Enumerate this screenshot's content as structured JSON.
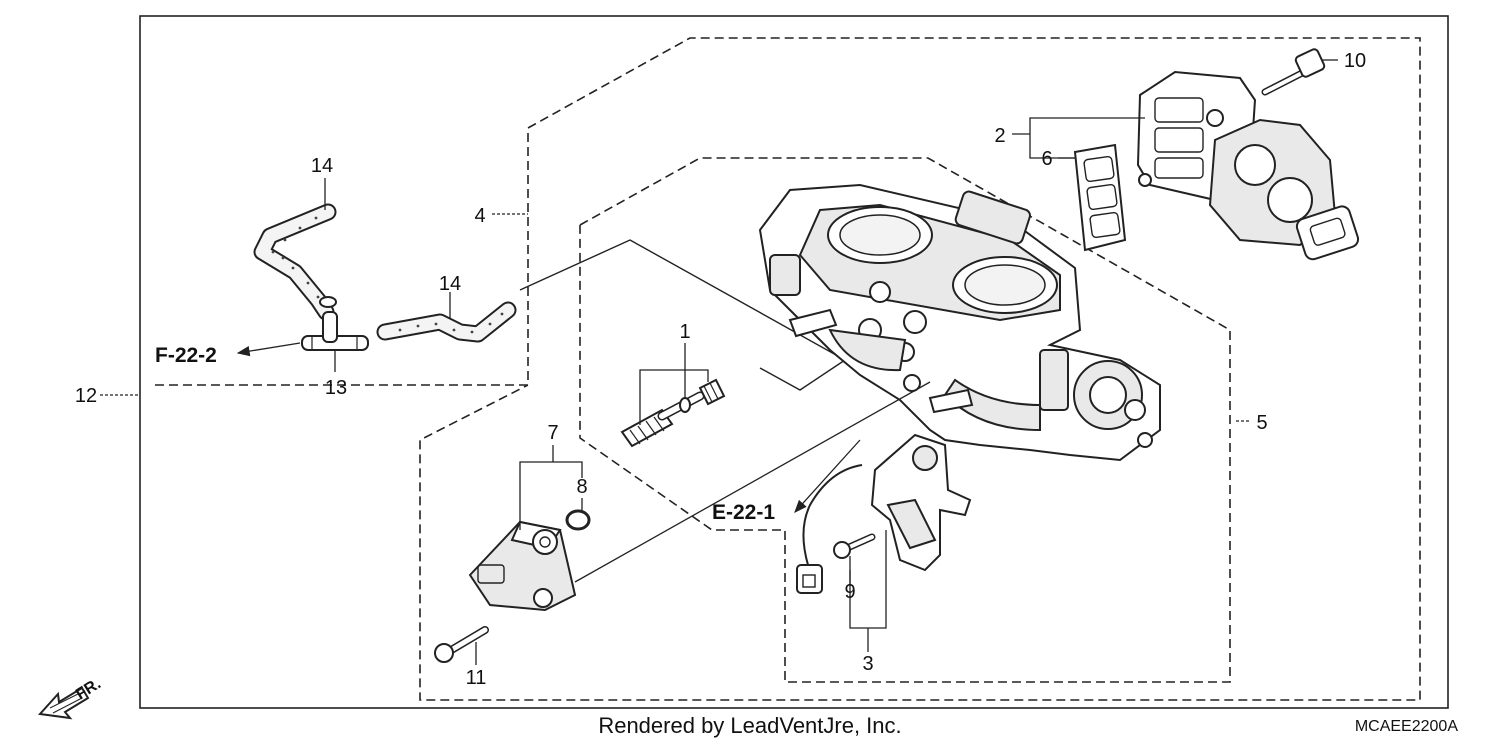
{
  "callouts": {
    "c1": "1",
    "c2": "2",
    "c3": "3",
    "c4": "4",
    "c5": "5",
    "c6": "6",
    "c7": "7",
    "c8": "8",
    "c9": "9",
    "c10": "10",
    "c11": "11",
    "c12": "12",
    "c13": "13",
    "c14a": "14",
    "c14b": "14"
  },
  "refs": {
    "f22": "F-22-2",
    "e22": "E-22-1"
  },
  "direction_label": "FR.",
  "footer": {
    "rendered_by": "Rendered by LeadVentJre, Inc.",
    "diagram_code": "MCAEE2200A"
  }
}
